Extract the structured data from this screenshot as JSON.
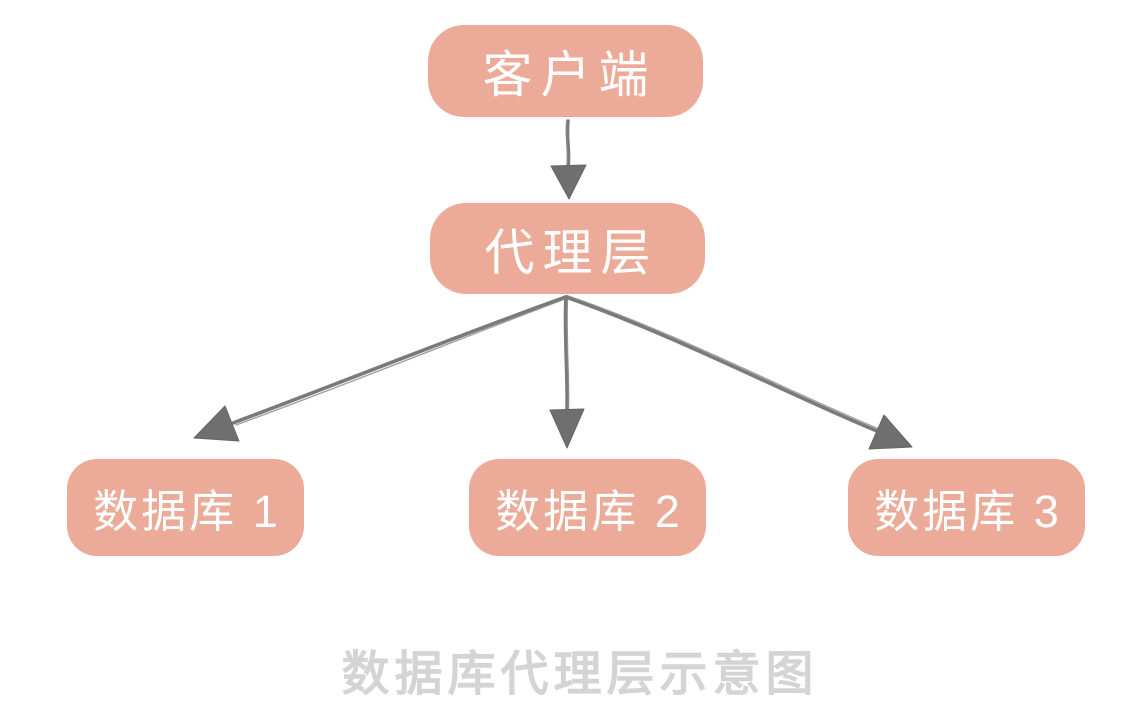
{
  "diagram": {
    "title": "数据库代理层示意图",
    "nodes": [
      {
        "id": "client",
        "label": "客户端"
      },
      {
        "id": "proxy",
        "label": "代理层"
      },
      {
        "id": "db1",
        "label": "数据库 1"
      },
      {
        "id": "db2",
        "label": "数据库 2"
      },
      {
        "id": "db3",
        "label": "数据库 3"
      }
    ],
    "edges": [
      {
        "from": "client",
        "to": "proxy"
      },
      {
        "from": "proxy",
        "to": "db1"
      },
      {
        "from": "proxy",
        "to": "db2"
      },
      {
        "from": "proxy",
        "to": "db3"
      }
    ],
    "colors": {
      "node_fill": "#ecab99",
      "node_text": "#ffffff",
      "arrow": "#7a7a7a",
      "caption_text": "#d4d4d4",
      "background": "#ffffff"
    }
  }
}
